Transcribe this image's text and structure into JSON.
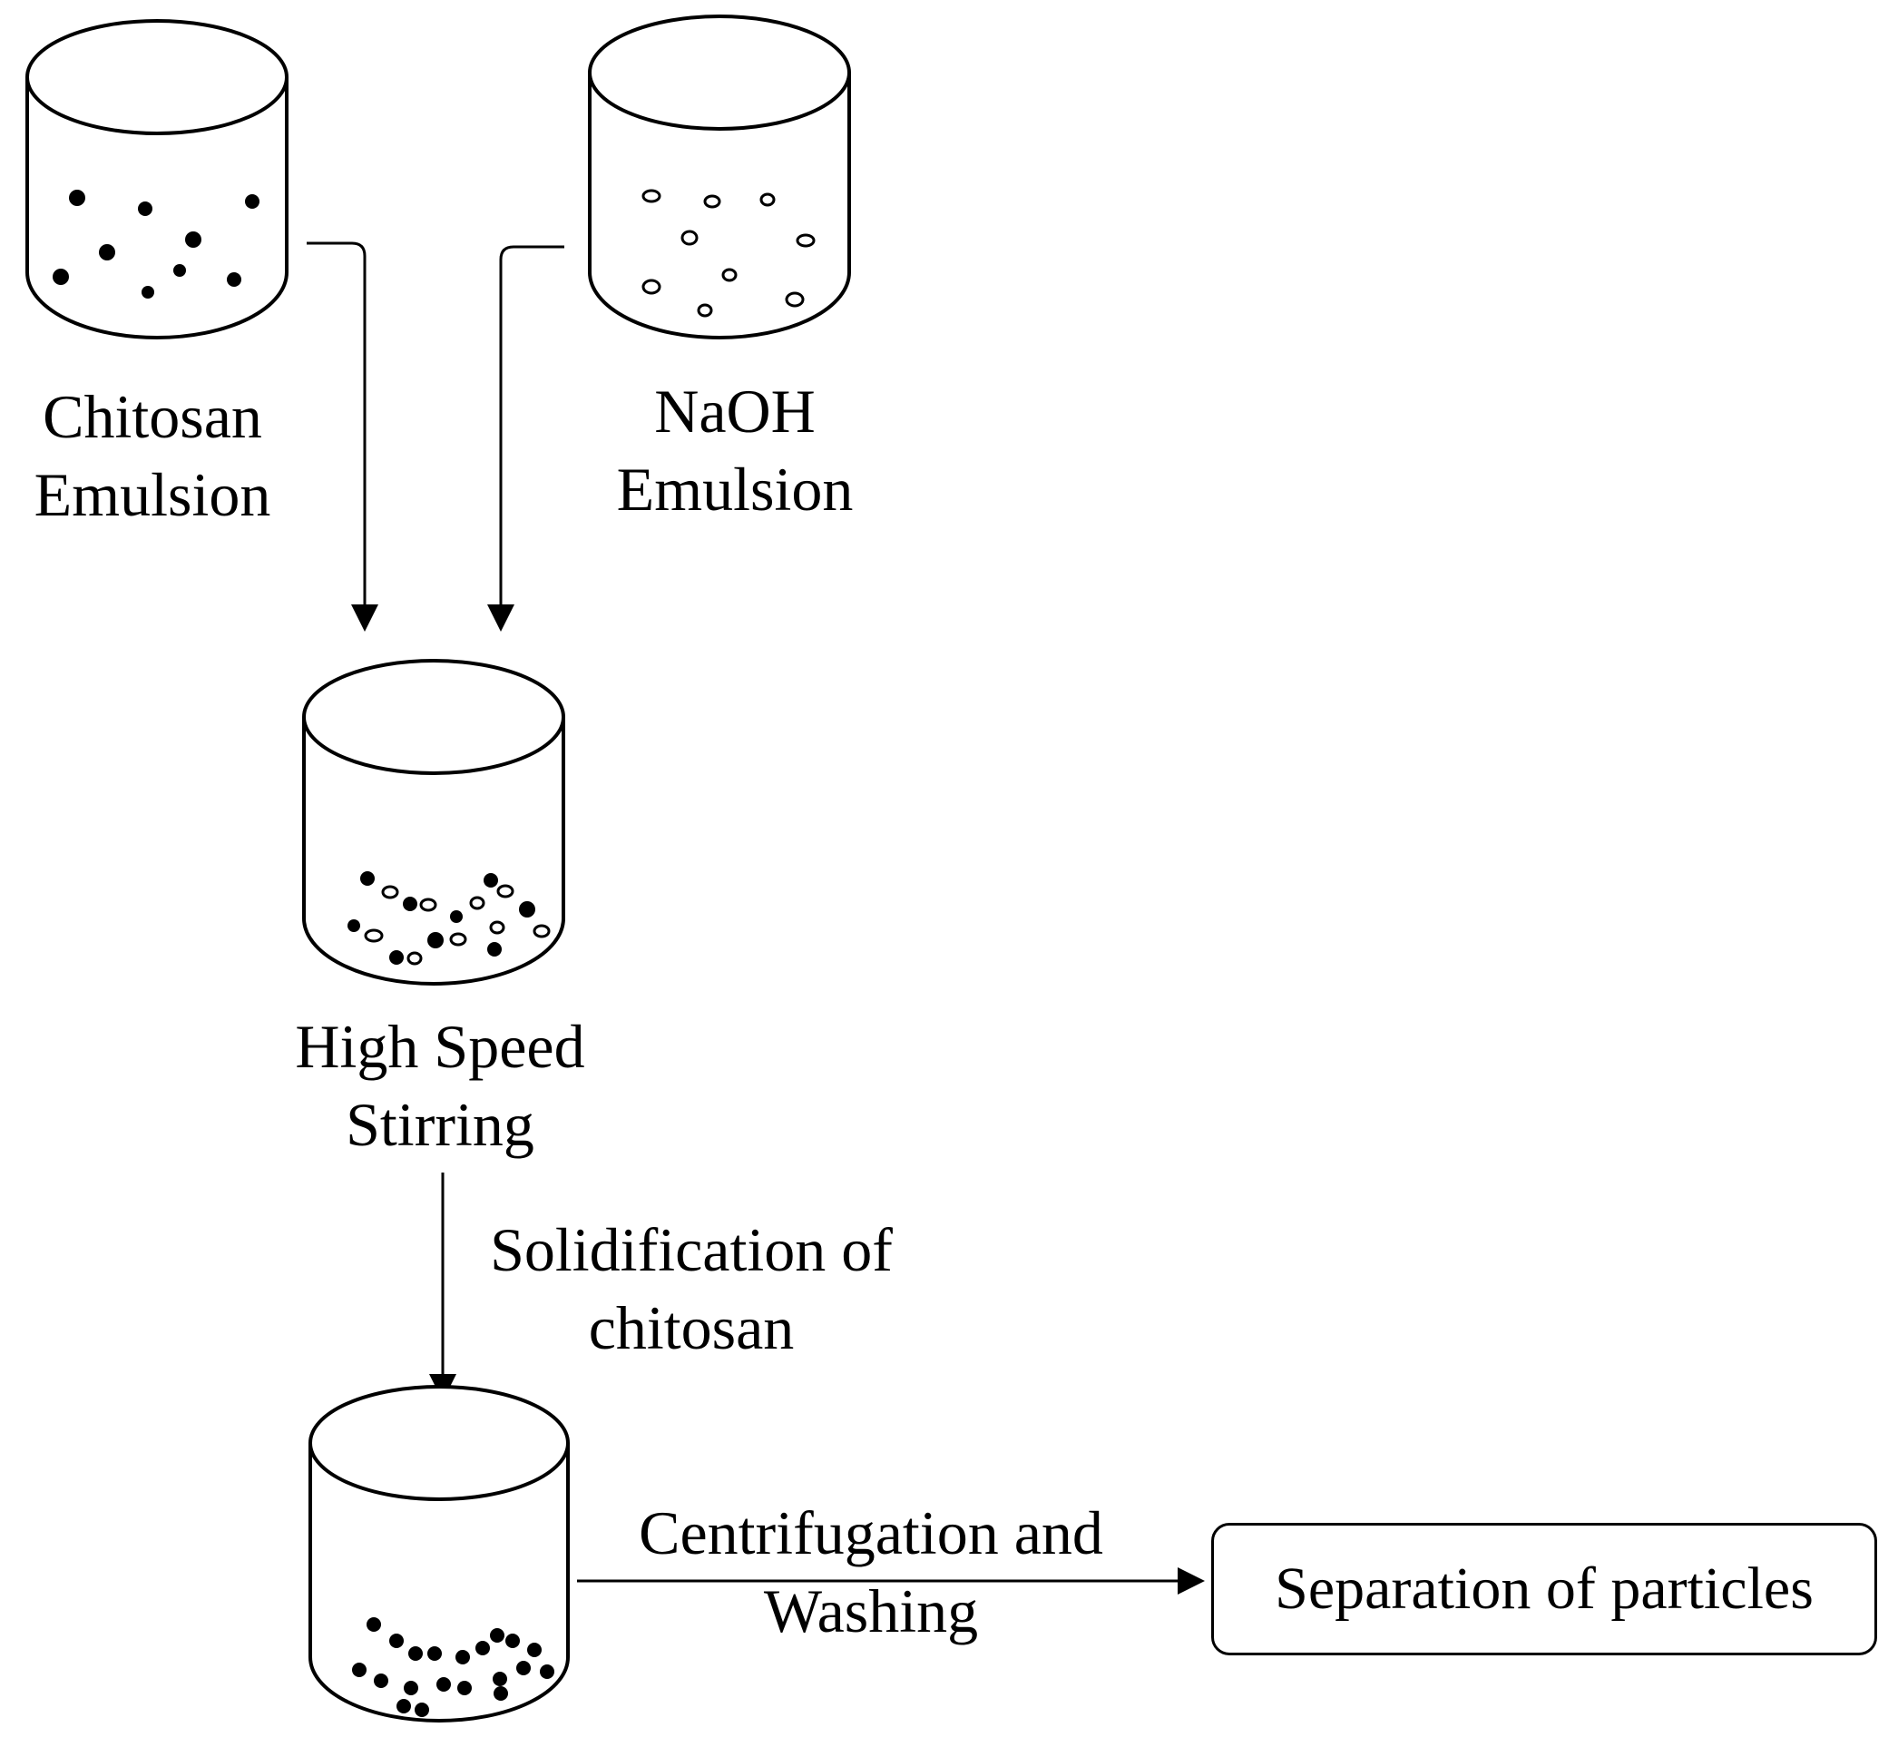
{
  "steps": {
    "chitosan": {
      "line1": "Chitosan",
      "line2": "Emulsion"
    },
    "naoh": {
      "line1": "NaOH",
      "line2": "Emulsion"
    },
    "stirring": {
      "line1": "High Speed",
      "line2": "Stirring"
    },
    "solidification": {
      "line1": "Solidification of",
      "line2": "chitosan"
    },
    "centrifugation": {
      "line1": "Centrifugation and",
      "line2": "Washing"
    },
    "separation": "Separation of particles"
  },
  "colors": {
    "stroke": "#000000",
    "background": "#ffffff"
  }
}
